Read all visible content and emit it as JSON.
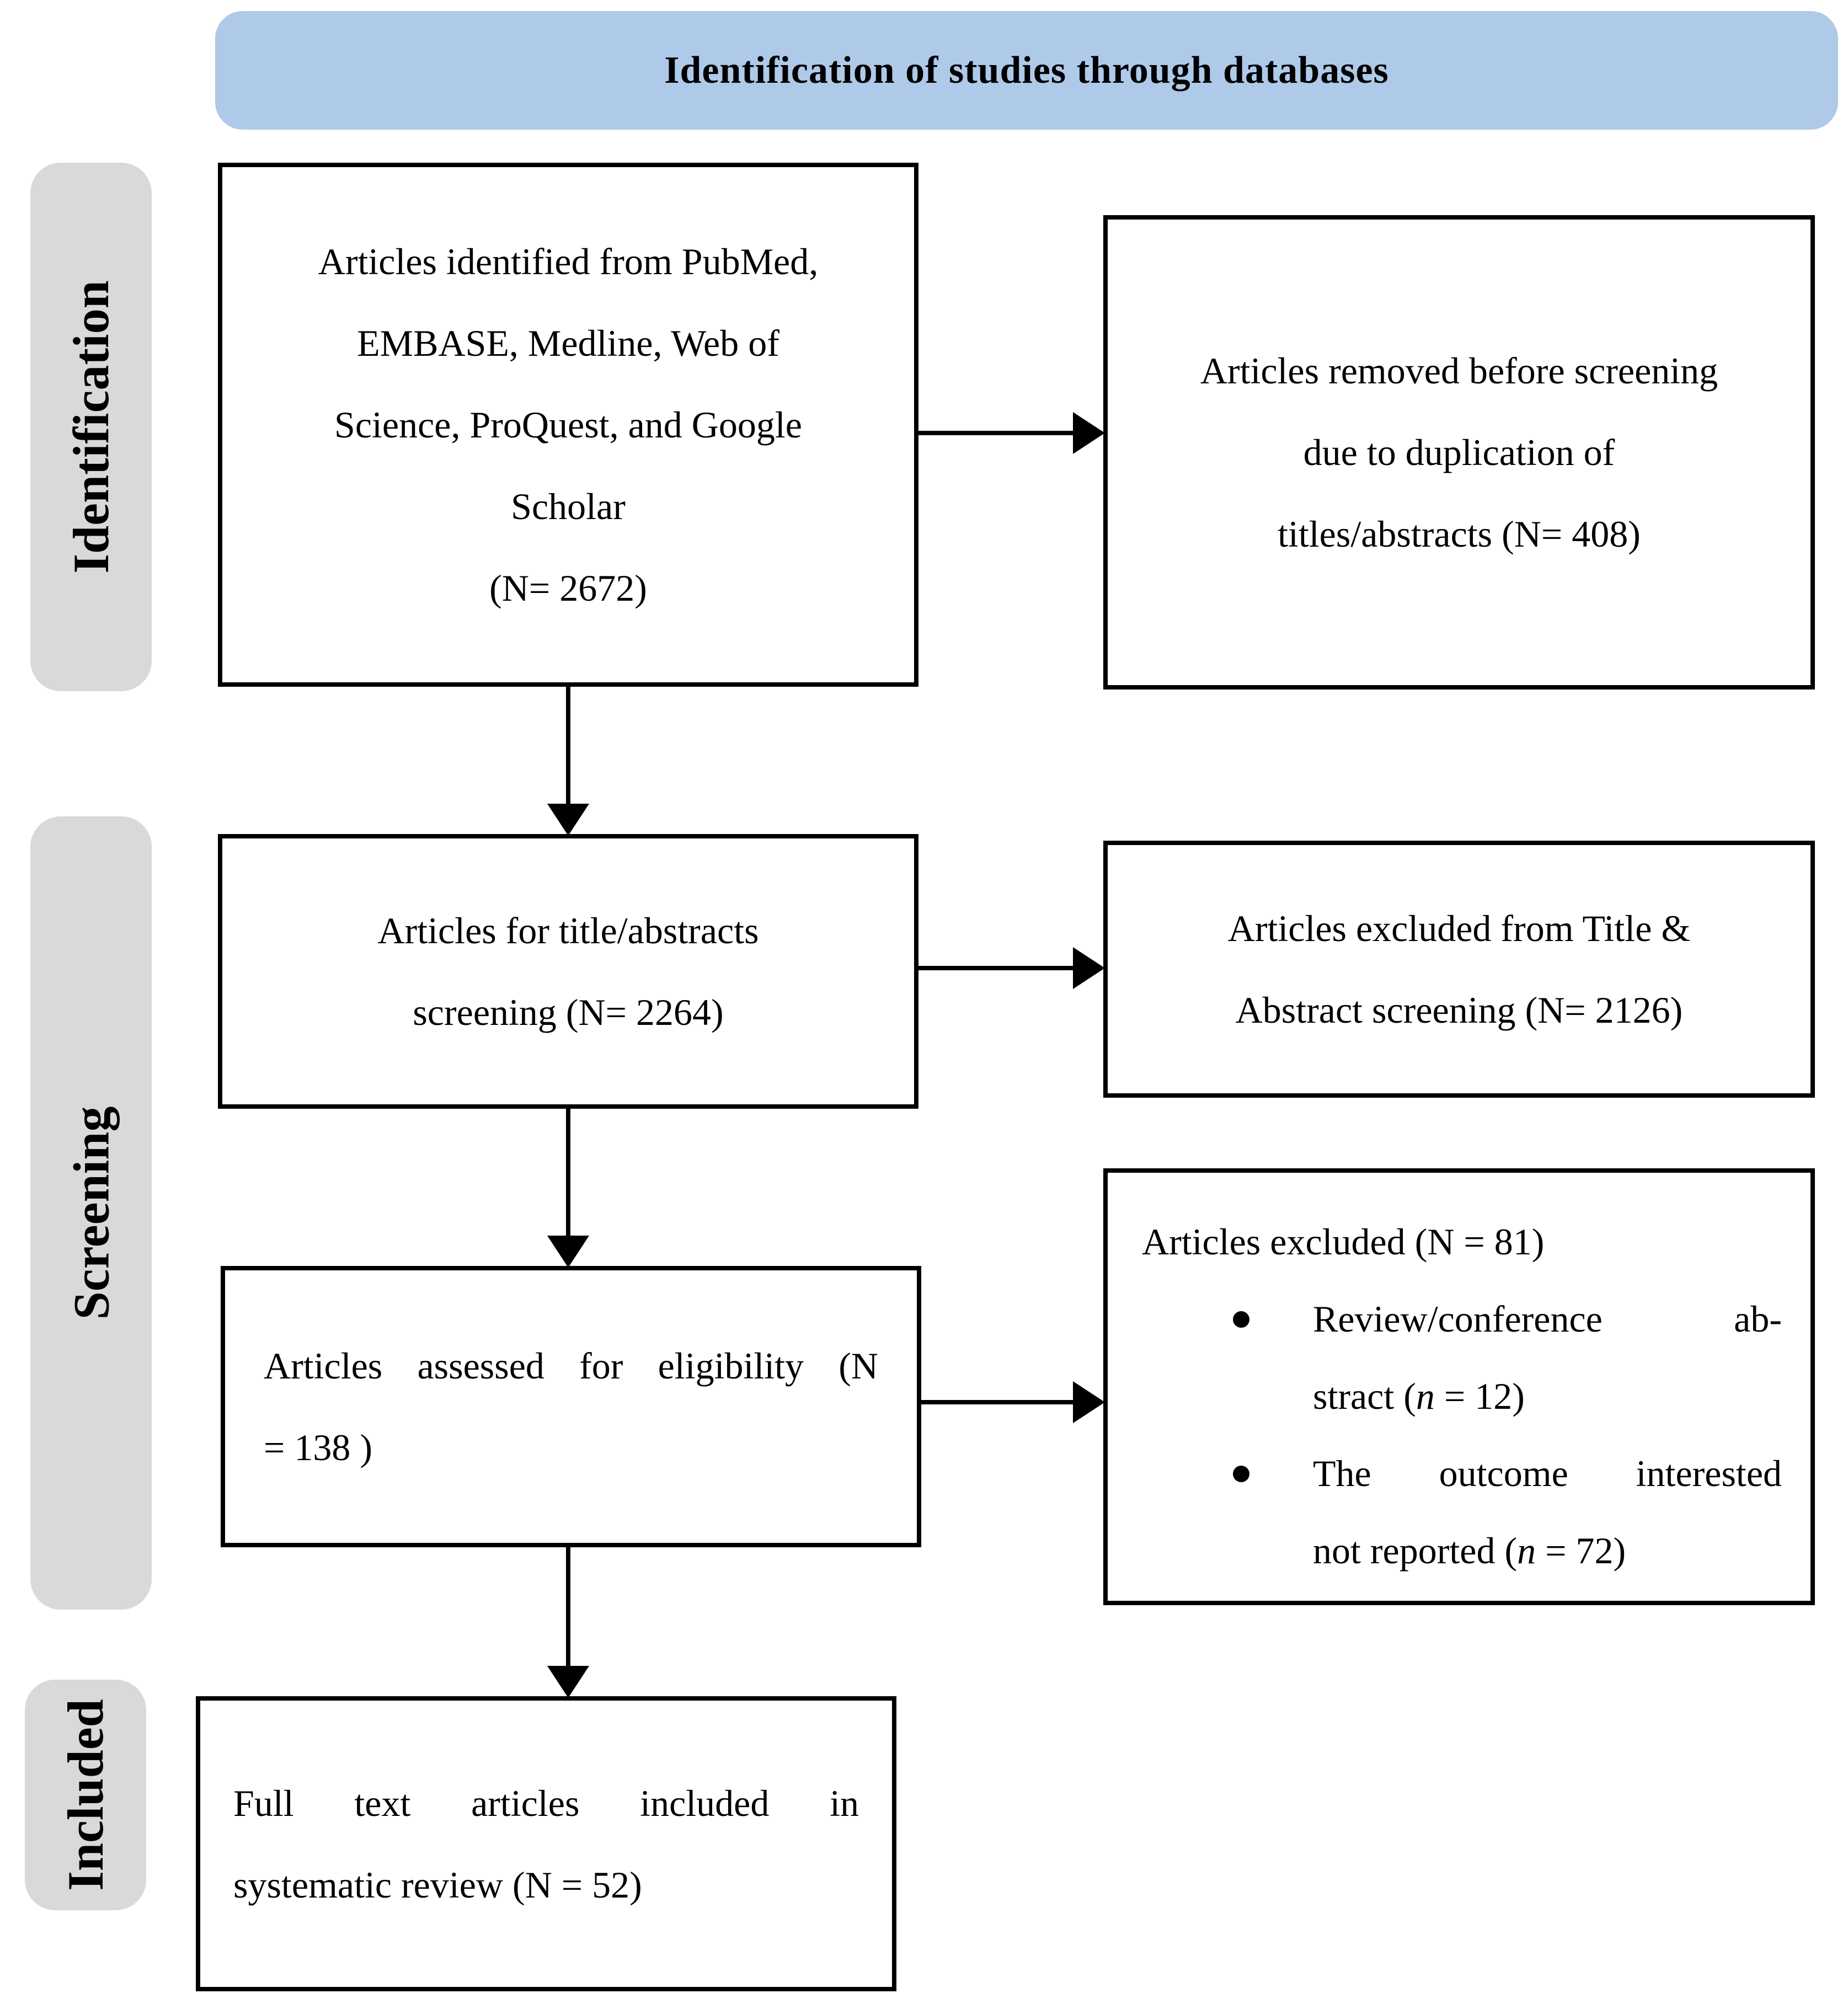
{
  "header": {
    "title": "Identification of studies through databases"
  },
  "stages": {
    "identification": "Identification",
    "screening": "Screening",
    "included": "Included"
  },
  "colors": {
    "header_bg": "#AFC9E9",
    "stage_bg": "#D9D9D9",
    "box_border": "#000000",
    "canvas_bg": "#FFFFFF",
    "text_color": "#000000"
  },
  "boxes": {
    "identified": {
      "lines": [
        "Articles identified from PubMed,",
        "EMBASE, Medline, Web of",
        "Science, ProQuest, and Google",
        "Scholar",
        "(N= 2672)"
      ]
    },
    "removed_before_screening": {
      "lines": [
        "Articles removed before screening",
        "due to duplication of",
        "titles/abstracts (N= 408)"
      ]
    },
    "title_abstract_screening": {
      "lines": [
        "Articles for title/abstracts",
        "screening (N= 2264)"
      ]
    },
    "excluded_title_abstract": {
      "lines": [
        "Articles excluded from Title &",
        "Abstract screening (N= 2126)"
      ]
    },
    "assessed_eligibility": {
      "line1": "Articles assessed for eligibility (N",
      "line2": "= 138 )"
    },
    "excluded_eligibility": {
      "heading": "Articles excluded (N = 81)",
      "bullets": [
        {
          "line1": "Review/conference ab-",
          "line2_pre": "stract (",
          "line2_var": "n",
          "line2_post": " = 12)"
        },
        {
          "line1": "The outcome interested",
          "line2_pre": "not reported (",
          "line2_var": "n",
          "line2_post": " = 72)"
        }
      ]
    },
    "included_full_text": {
      "line1": "Full text articles included in",
      "line2": "systematic review (N = 52)"
    }
  }
}
